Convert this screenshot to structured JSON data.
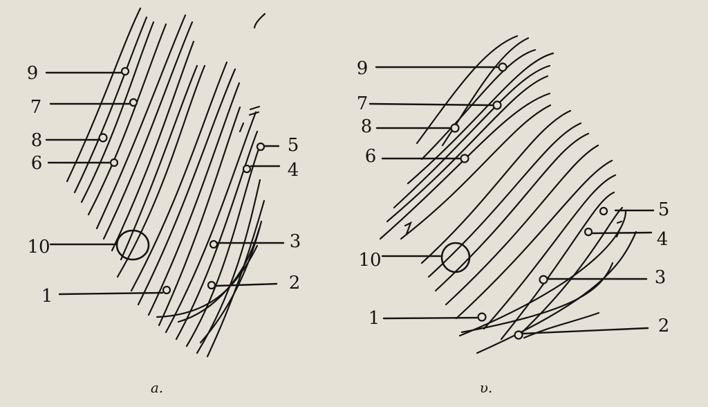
{
  "figure": {
    "panels": [
      {
        "id": "a",
        "caption": "a.",
        "labels": {
          "1": "1",
          "2": "2",
          "3": "3",
          "4": "4",
          "5": "5",
          "6": "6",
          "7": "7",
          "8": "8",
          "9": "9",
          "10": "10"
        }
      },
      {
        "id": "b",
        "caption": "υ.",
        "labels": {
          "1": "1",
          "2": "2",
          "3": "3",
          "4": "4",
          "5": "5",
          "6": "6",
          "7": "7",
          "8": "8",
          "9": "9",
          "10": "10"
        }
      }
    ],
    "colors": {
      "paper": "#e6e1d6",
      "ink": "#141414"
    }
  }
}
